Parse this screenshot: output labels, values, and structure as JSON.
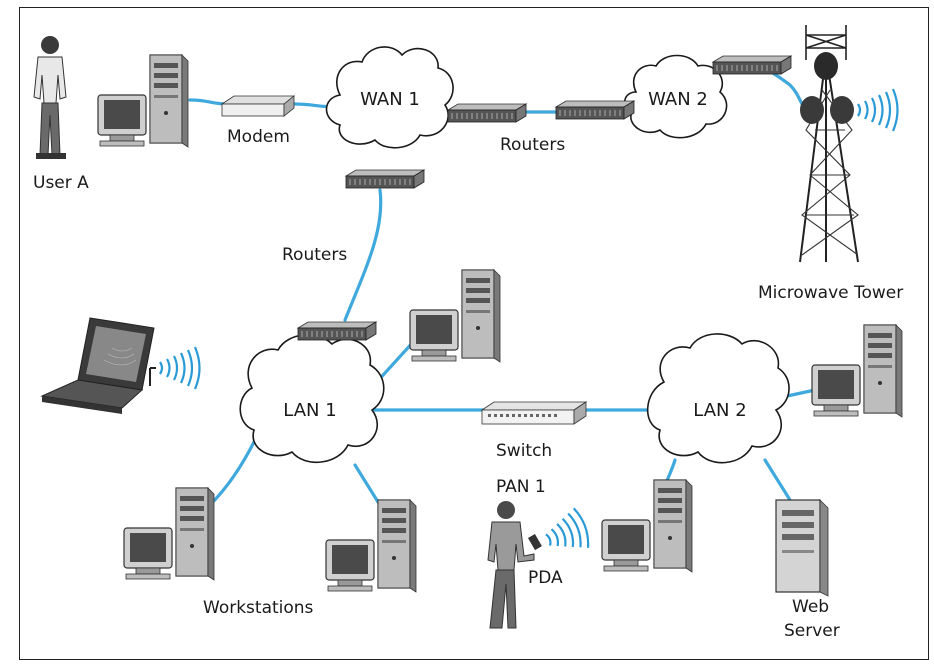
{
  "colors": {
    "link": "#3fa9dd",
    "outline": "#1a1a1a",
    "device": "#8c8c8c",
    "background": "#ffffff"
  },
  "labels": {
    "user_a": "User A",
    "modem": "Modem",
    "wan1": "WAN 1",
    "wan2": "WAN 2",
    "routers_top": "Routers",
    "routers_left": "Routers",
    "microwave_tower": "Microwave Tower",
    "lan1": "LAN 1",
    "lan2": "LAN 2",
    "switch": "Switch",
    "pan1": "PAN 1",
    "pda": "PDA",
    "workstations": "Workstations",
    "web": "Web",
    "server": "Server"
  },
  "icons": [
    "person-icon",
    "workstation-icon",
    "modem-icon",
    "router-icon",
    "microwave-tower-icon",
    "laptop-icon",
    "switch-icon",
    "server-icon",
    "pda-icon",
    "wireless-signal-icon"
  ]
}
